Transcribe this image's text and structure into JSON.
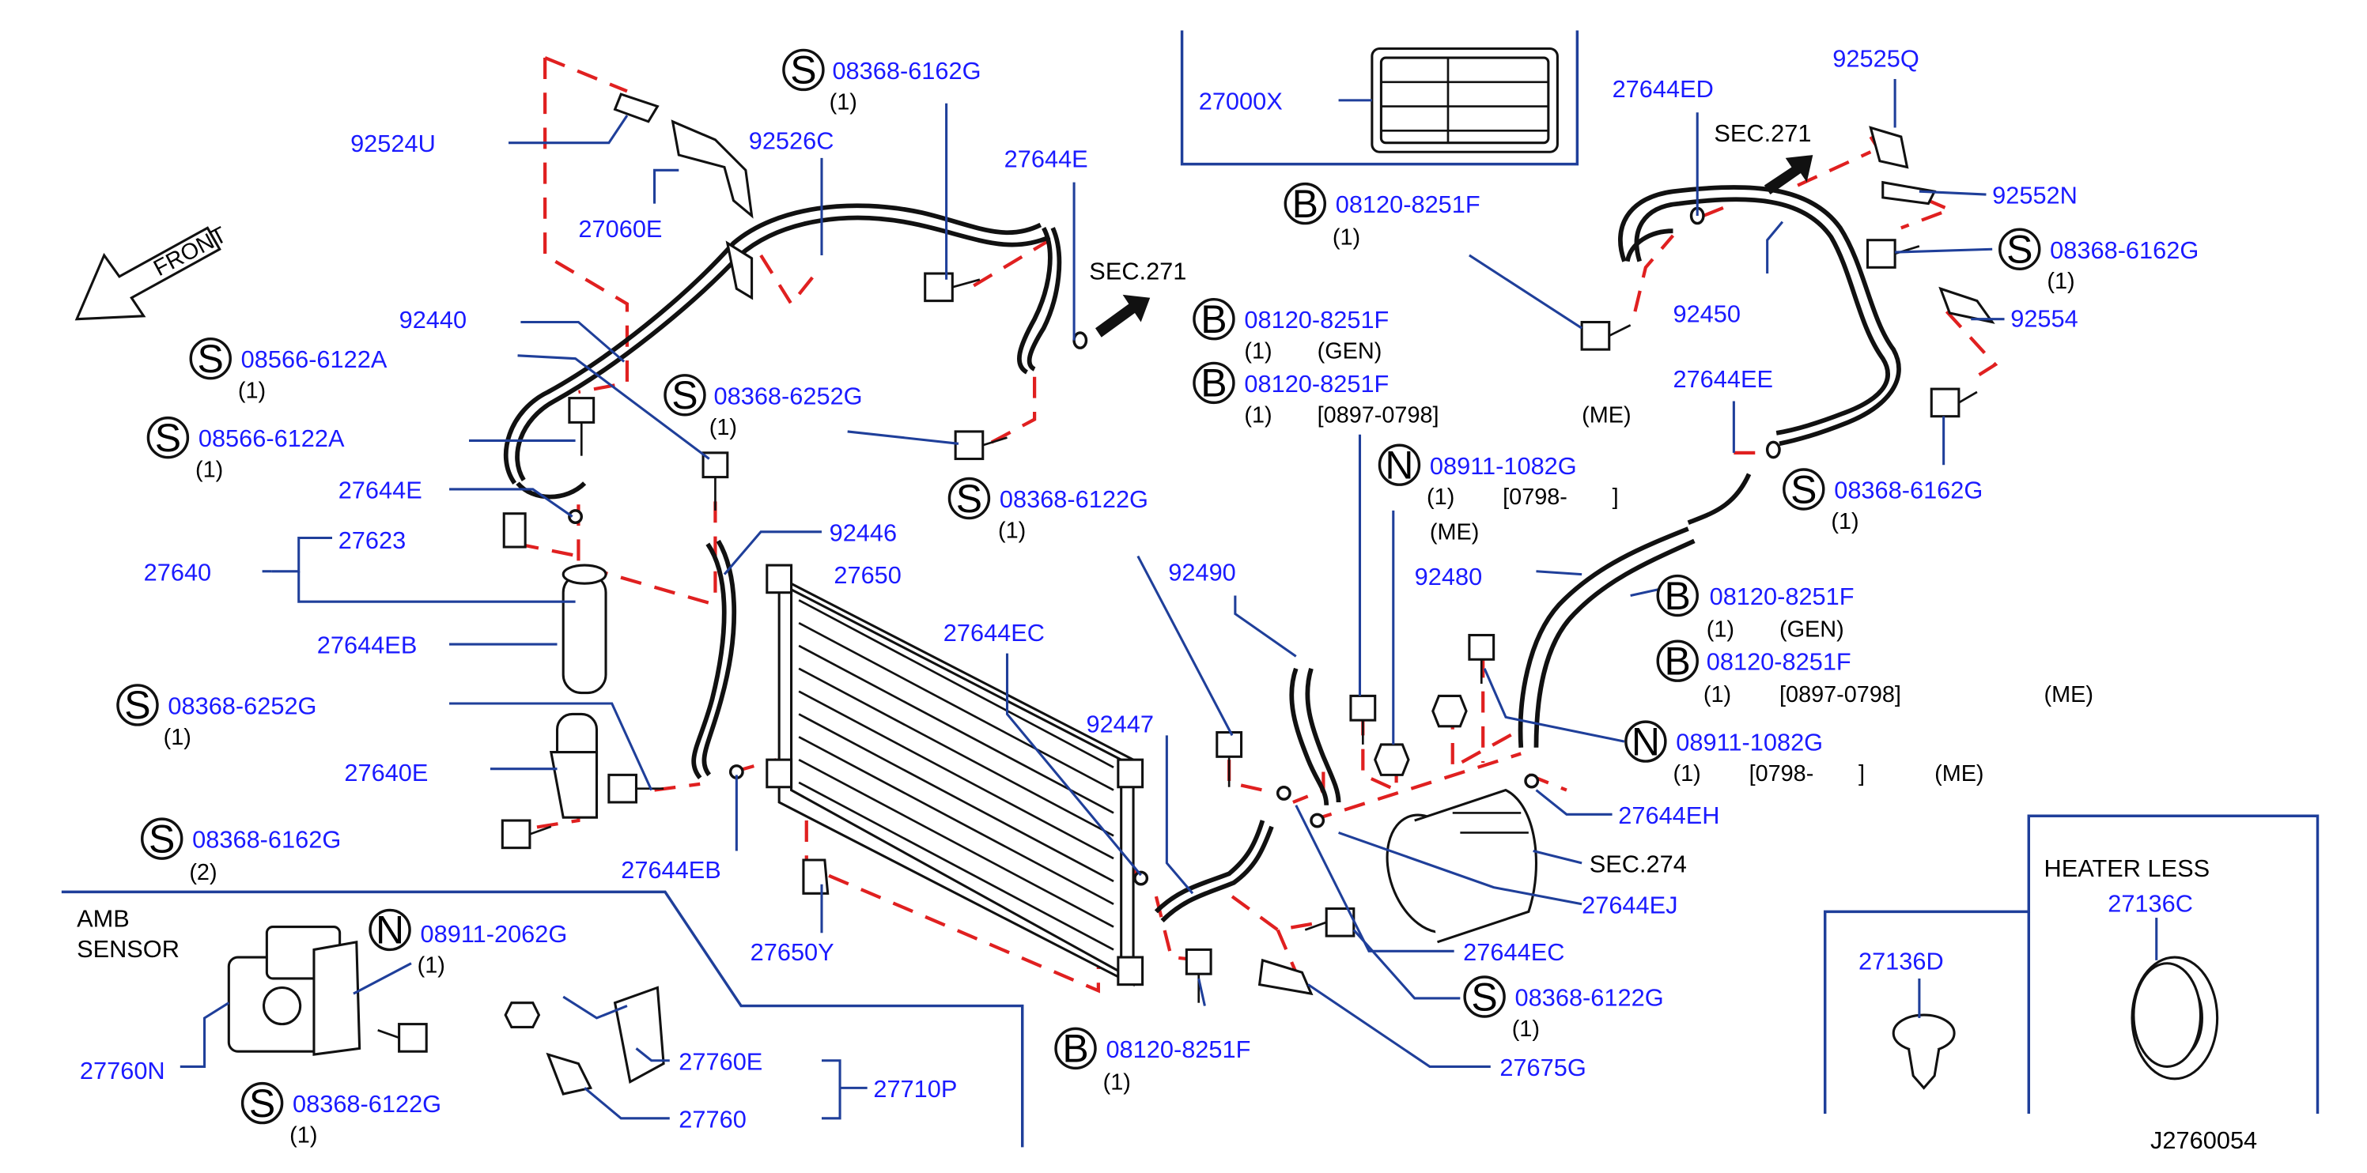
{
  "front_label": "FRONT",
  "diagram_id": "J2760054",
  "heater_less_label": "HEATER   LESS",
  "amb_sensor_label": [
    "AMB",
    "SENSOR"
  ],
  "sec_labels": {
    "sec271_top": "SEC.271",
    "sec271_mid": "SEC.271",
    "sec274": "SEC.274"
  },
  "parts": {
    "p92524U": "92524U",
    "p27060E": "27060E",
    "p92526C": "92526C",
    "p08368_6162G_top": "08368-6162G",
    "p27644E_top": "27644E",
    "p92440": "92440",
    "p08566_6122A_1": "08566-6122A",
    "p08566_6122A_2": "08566-6122A",
    "p08368_6252G_mid": "08368-6252G",
    "p27644E_left": "27644E",
    "p27623": "27623",
    "p27640": "27640",
    "p92446": "92446",
    "p27650": "27650",
    "p27644EB_1": "27644EB",
    "p08368_6252G_left": "08368-6252G",
    "p27640E": "27640E",
    "p08368_6162G_left": "08368-6162G",
    "p27644EB_2": "27644EB",
    "p27650Y": "27650Y",
    "p27644EC_top": "27644EC",
    "p92447": "92447",
    "p08368_6122G_mid": "08368-6122G",
    "p92490": "92490",
    "p27000X": "27000X",
    "p08120_8251F_top": "08120-8251F",
    "p08120_8251F_gen": "08120-8251F",
    "p08120_8251F_me": "08120-8251F",
    "p08911_1082G_mid": "08911-1082G",
    "p92480": "92480",
    "p27644ED": "27644ED",
    "p92525Q": "92525Q",
    "p92552N": "92552N",
    "p08368_6162G_r1": "08368-6162G",
    "p92450": "92450",
    "p92554": "92554",
    "p27644EE": "27644EE",
    "p08368_6162G_r2": "08368-6162G",
    "p08120_8251F_r_gen": "08120-8251F",
    "p08120_8251F_r_me": "08120-8251F",
    "p08911_1082G_r": "08911-1082G",
    "p27644EH": "27644EH",
    "p27644EJ": "27644EJ",
    "p27644EC_bot": "27644EC",
    "p08368_6122G_bot": "08368-6122G",
    "p27675G": "27675G",
    "p08120_8251F_bot": "08120-8251F",
    "p27760N": "27760N",
    "p08911_2062G": "08911-2062G",
    "p27760E": "27760E",
    "p27710P": "27710P",
    "p27760": "27760",
    "p08368_6122G_amb": "08368-6122G",
    "p27136D": "27136D",
    "p27136C": "27136C"
  },
  "badges": {
    "s": "S",
    "b": "B",
    "n": "N"
  },
  "notes": {
    "qty1": "(1)",
    "qty2": "(2)",
    "gen": "(GEN)",
    "date_range_full": "[0897-0798]",
    "date_range_open": "[0798-",
    "date_close": "]",
    "me": "(ME)"
  }
}
